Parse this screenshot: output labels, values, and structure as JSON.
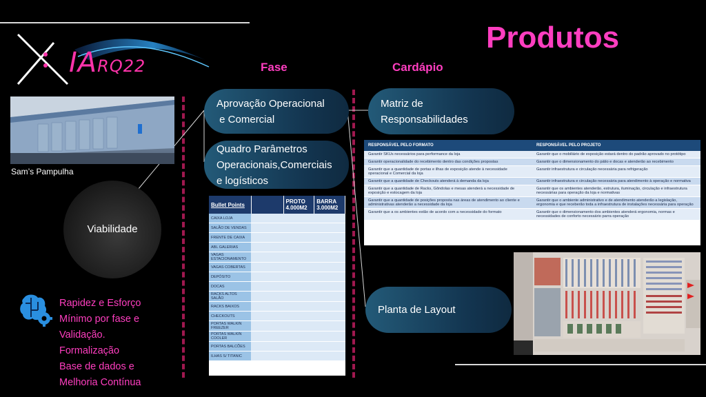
{
  "slide": {
    "title": "Produtos"
  },
  "logo": {
    "mark": "IA",
    "suffix": "RQ22"
  },
  "columns": {
    "fase": "Fase",
    "cardapio": "Cardápio"
  },
  "left": {
    "building_caption": "Sam’s Pampulha",
    "viabilidade": "Viabilidade",
    "bullets": [
      "Rapidez e Esforço",
      "Mínimo por fase e",
      "Validação.",
      "Formalização",
      "Base de dados e",
      "Melhoria Contínua"
    ]
  },
  "fase": {
    "item1": [
      "Aprovação Operacional",
      " e Comercial"
    ],
    "item2": [
      "Quadro Parâmetros",
      "Operacionais,Comerciais",
      "e logísticos"
    ]
  },
  "cardapio": {
    "matriz": [
      "Matriz de",
      "Responsabilidades"
    ],
    "planta": "Planta de Layout"
  },
  "params_table": {
    "headers": [
      "Bullet Points",
      "",
      "PROTO 4.000M2",
      "BARRA 3.000M2"
    ],
    "rows": [
      "CAIXA LOJA",
      "SALÃO DE VENDAS",
      "FRENTE DE CAIXA",
      "ABL GALERIAS",
      "VAGAS ESTACIONAMENTO",
      "VAGAS COBERTAS",
      "DEPÓSITO",
      "DOCAS",
      "RACKS ALTOS SALÃO",
      "RACKS BAIXOS",
      "CHECKOUTS",
      "PORTAS WALKIN FREEZER",
      "PORTAS WALKIN COOLER",
      "PORTAS BALCÕES",
      "ILHAS S/ TITANIC"
    ]
  },
  "resp_table": {
    "headers": [
      "RESPONSÁVEL PELO FORMATO",
      "RESPONSÁVEL PELO PROJETO"
    ],
    "rows": [
      [
        "Garantir SKUs necessários para performance da loja",
        "Garantir que o mobiliário de exposição estará dentro do padrão aprovado no protótipo"
      ],
      [
        "Garantir operacionalidade do recebimento dentro das condições propostas",
        "Garantir que o dimensionamento do pátio e docas e atenderão ao recebimento"
      ],
      [
        "Garantir que a quantidade de portas e ilhas de exposição atende à necessidade operacional e Comercial da loja",
        "Garantir infraestrutura e circulação necessária para refrigeração"
      ],
      [
        "Garantir que a quantidade de Checkouts atenderá à demanda da loja",
        "Garantir infraestrutura e circulação necessária para atendimento à operação e normativa"
      ],
      [
        "Garantir que a quantidade de Racks, Gôndolas e mesas atenderá a necessidade de exposição e estocagem da loja",
        "Garantir que os ambientes atenderão, estrutura, iluminação, circulação e infraestrutura necessárias para operação da loja e normativas"
      ],
      [
        "Garantir que a quantidade de posições proposta nas áreas de atendimento ao cliente e administrativas atenderão a necessidade da loja",
        "Garantir que o ambiente administrativo e de atendimento atenderão a legislação, ergonomia e que receberão toda a infraestrutura de instalações necessária para operação"
      ],
      [
        "Garantir que a os ambientes estão de acordo com a necessidade do formato",
        "Garantir que o dimensionamento dos ambientes atenderá ergonomia, normas e necessidades de conforto necessário parra operação"
      ]
    ]
  },
  "colors": {
    "accent": "#ff3ec0",
    "pill": "#1a4563",
    "dash": "#a0184f"
  }
}
